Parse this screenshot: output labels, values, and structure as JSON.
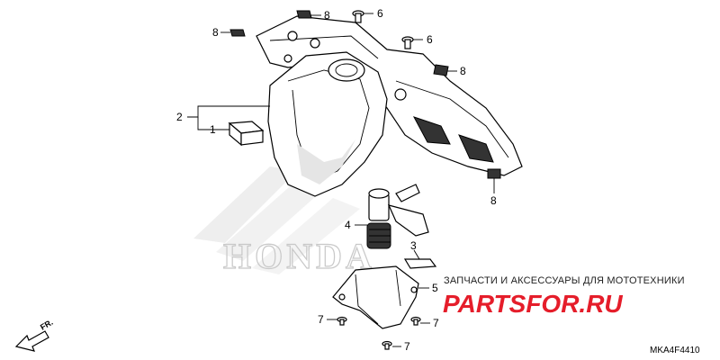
{
  "diagram": {
    "callouts": [
      {
        "id": "c-8a",
        "label": "8"
      },
      {
        "id": "c-6a",
        "label": "6"
      },
      {
        "id": "c-8b",
        "label": "8"
      },
      {
        "id": "c-6b",
        "label": "6"
      },
      {
        "id": "c-8c",
        "label": "8"
      },
      {
        "id": "c-2",
        "label": "2"
      },
      {
        "id": "c-1",
        "label": "1"
      },
      {
        "id": "c-8d",
        "label": "8"
      },
      {
        "id": "c-4",
        "label": "4"
      },
      {
        "id": "c-3",
        "label": "3"
      },
      {
        "id": "c-5",
        "label": "5"
      },
      {
        "id": "c-7a",
        "label": "7"
      },
      {
        "id": "c-7b",
        "label": "7"
      },
      {
        "id": "c-7c",
        "label": "7"
      }
    ],
    "brand_watermark": "HONDA",
    "direction_label": "FR.",
    "diagram_code": "MKA4F4410"
  },
  "watermark": {
    "subtitle": "ЗАПЧАСТИ И АКСЕССУАРЫ ДЛЯ МОТОТЕХНИКИ",
    "site": "PARTSFOR.RU",
    "color": "#e51d2a"
  }
}
